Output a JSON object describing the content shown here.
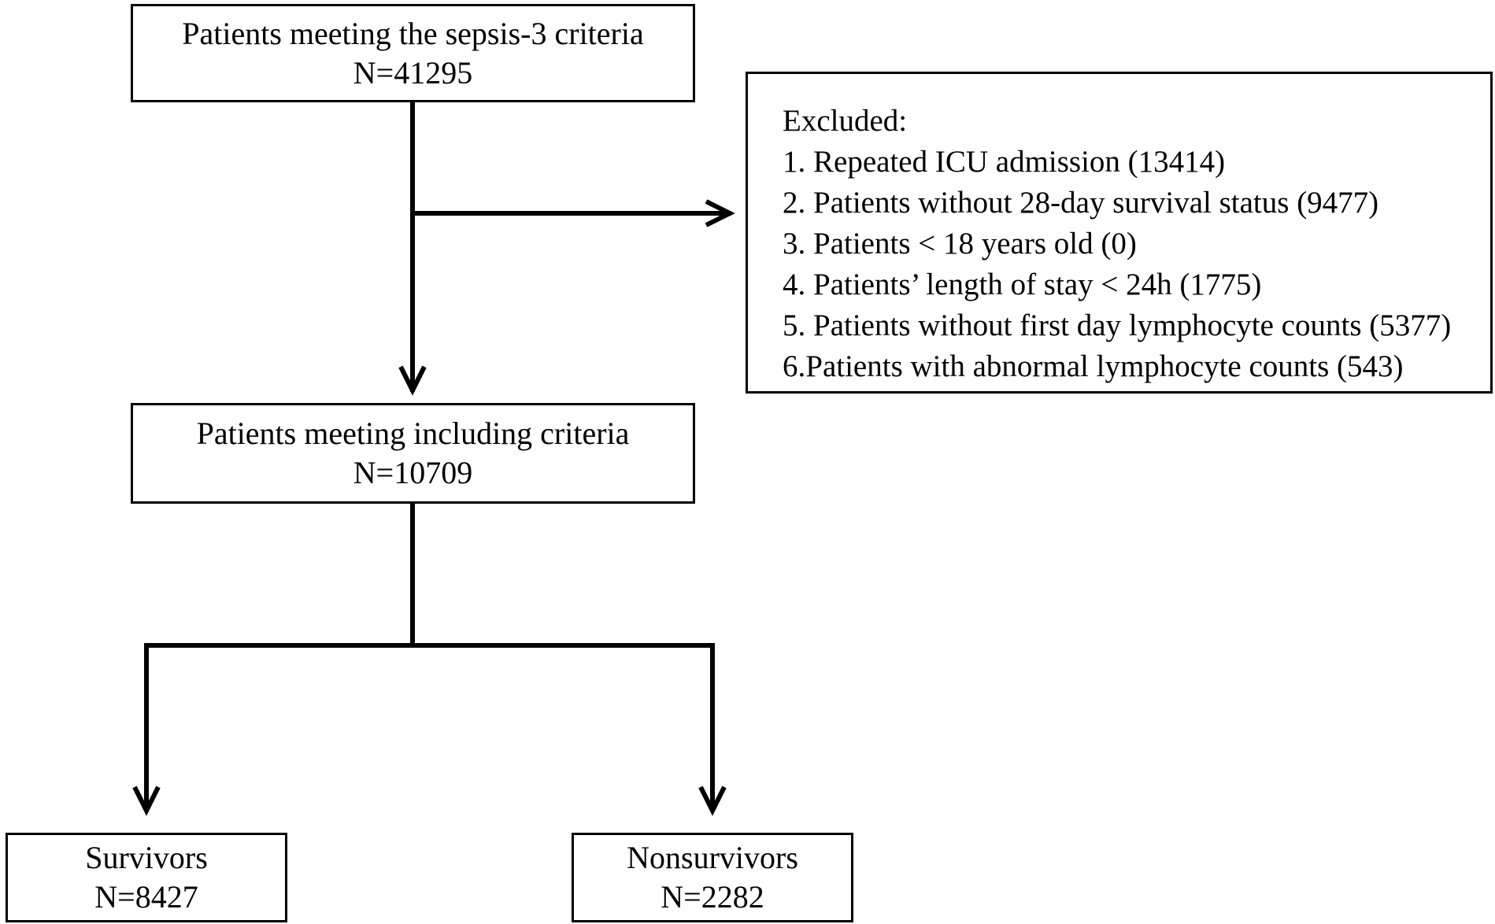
{
  "start": {
    "title": "Patients meeting the sepsis-3 criteria",
    "count": "N=41295"
  },
  "excluded": {
    "heading": "Excluded:",
    "items": [
      "1. Repeated ICU admission (13414)",
      "2. Patients without 28-day survival status (9477)",
      "3. Patients < 18 years old (0)",
      "4. Patients’ length of stay < 24h (1775)",
      "5. Patients without first day lymphocyte counts (5377)",
      "6.Patients with abnormal lymphocyte counts (543)"
    ]
  },
  "included": {
    "title": "Patients meeting including criteria",
    "count": "N=10709"
  },
  "survivors": {
    "title": "Survivors",
    "count": "N=8427"
  },
  "nonsurvivors": {
    "title": "Nonsurvivors",
    "count": "N=2282"
  },
  "colors": {
    "stroke": "#000000",
    "background": "#ffffff"
  }
}
